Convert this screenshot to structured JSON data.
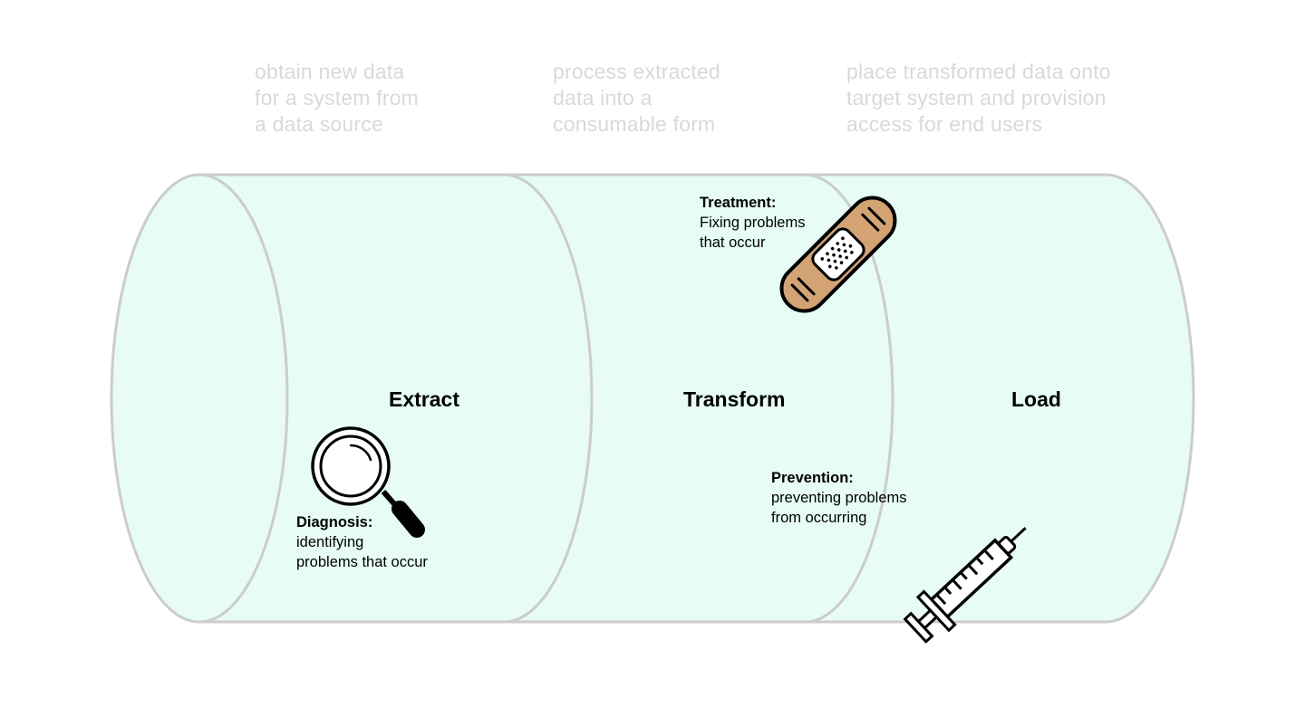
{
  "stages": [
    {
      "id": "extract",
      "label": "Extract",
      "description": "obtain new data\nfor a system from\na data source"
    },
    {
      "id": "transform",
      "label": "Transform",
      "description": "process extracted\ndata into a\nconsumable form"
    },
    {
      "id": "load",
      "label": "Load",
      "description": "place transformed data onto\ntarget system and provision\naccess for end users"
    }
  ],
  "annotations": {
    "diagnosis": {
      "title": "Diagnosis:",
      "body": "identifying\nproblems that occur",
      "icon": "magnifying-glass-icon"
    },
    "treatment": {
      "title": "Treatment:",
      "body": "Fixing problems\nthat occur",
      "icon": "bandage-icon"
    },
    "prevention": {
      "title": "Prevention:",
      "body": "preventing problems\nfrom occurring",
      "icon": "syringe-icon"
    }
  },
  "colors": {
    "pipe_fill": "#e6fcf5",
    "pipe_stroke": "#cccccc",
    "description_text": "#d9d9d9",
    "bandage": "#d4a373",
    "ink": "#000000"
  }
}
